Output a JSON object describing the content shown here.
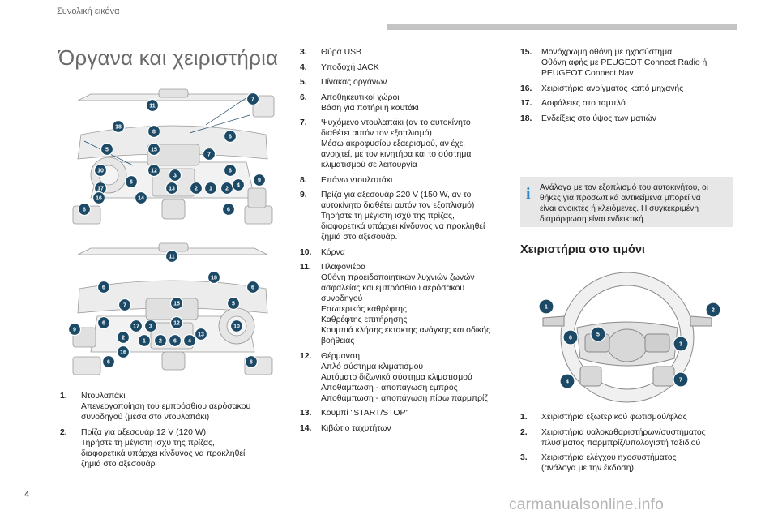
{
  "header": {
    "section_label": "Συνολική εικόνα"
  },
  "page_title": "Όργανα και χειριστήρια",
  "diagram_top": {
    "callouts": [
      "11",
      "7",
      "18",
      "8",
      "6",
      "5",
      "15",
      "7",
      "6",
      "10",
      "12",
      "3",
      "6",
      "9",
      "17",
      "13",
      "2",
      "1",
      "2",
      "4",
      "16",
      "14",
      "6",
      "6"
    ]
  },
  "diagram_bottom": {
    "callouts": [
      "11",
      "18",
      "6",
      "6",
      "5",
      "7",
      "15",
      "9",
      "6",
      "12",
      "10",
      "2",
      "17",
      "3",
      "13",
      "1",
      "2",
      "6",
      "4",
      "16",
      "6",
      "6"
    ]
  },
  "list_left": [
    {
      "num": "1.",
      "lines": [
        "Ντουλαπάκι",
        "Απενεργοποίηση του εμπρόσθιου αερόσακου",
        "συνοδηγού (μέσα στο ντουλαπάκι)"
      ]
    },
    {
      "num": "2.",
      "lines": [
        "Πρίζα για αξεσουάρ 12 V (120 W)",
        "Τηρήστε τη μέγιστη ισχύ της πρίζας,",
        "διαφορετικά υπάρχει κίνδυνος να προκληθεί",
        "ζημιά στο αξεσουάρ"
      ]
    }
  ],
  "list_mid": [
    {
      "num": "3.",
      "lines": [
        "Θύρα USB"
      ]
    },
    {
      "num": "4.",
      "lines": [
        "Υποδοχή JACK"
      ]
    },
    {
      "num": "5.",
      "lines": [
        "Πίνακας οργάνων"
      ]
    },
    {
      "num": "6.",
      "lines": [
        "Αποθηκευτικοί χώροι",
        "Βάση για ποτήρι ή κουτάκι"
      ]
    },
    {
      "num": "7.",
      "lines": [
        "Ψυχόμενο ντουλαπάκι (αν το αυτοκίνητο",
        "διαθέτει αυτόν τον εξοπλισμό)",
        "Μέσω ακροφυσίου εξαερισμού, αν έχει",
        "ανοιχτεί, με τον κινητήρα και το σύστημα",
        "κλιματισμού σε λειτουργία"
      ]
    },
    {
      "num": "8.",
      "lines": [
        "Επάνω ντουλαπάκι"
      ]
    },
    {
      "num": "9.",
      "lines": [
        "Πρίζα για αξεσουάρ 220 V (150 W, αν το",
        "αυτοκίνητο διαθέτει αυτόν τον εξοπλισμό)",
        "Τηρήστε τη μέγιστη ισχύ της πρίζας,",
        "διαφορετικά υπάρχει κίνδυνος να προκληθεί",
        "ζημιά στο αξεσουάρ."
      ]
    },
    {
      "num": "10.",
      "lines": [
        "Κόρνα"
      ]
    },
    {
      "num": "11.",
      "lines": [
        "Πλαφονιέρα",
        "Οθόνη προειδοποιητικών λυχνιών ζωνών",
        "ασφαλείας και εμπρόσθιου αερόσακου",
        "συνοδηγού",
        "Εσωτερικός καθρέφτης",
        "Καθρέφτης επιτήρησης",
        "Κουμπιά κλήσης έκτακτης ανάγκης και οδικής",
        "βοήθειας"
      ]
    },
    {
      "num": "12.",
      "lines": [
        "Θέρμανση",
        "Απλό σύστημα κλιματισμού",
        "Αυτόματο διζωνικό σύστημα κλιματισμού",
        "Αποθάμπωση - αποπάγωση εμπρός",
        "Αποθάμπωση - αποπάγωση πίσω παρμπρίζ"
      ]
    },
    {
      "num": "13.",
      "lines": [
        "Κουμπί \"START/STOP\""
      ]
    },
    {
      "num": "14.",
      "lines": [
        "Κιβώτιο ταχυτήτων"
      ]
    }
  ],
  "list_right": [
    {
      "num": "15.",
      "lines": [
        "Μονόχρωμη οθόνη με ηχοσύστημα",
        "Οθόνη αφής με PEUGEOT Connect Radio ή",
        "PEUGEOT Connect Nav"
      ]
    },
    {
      "num": "16.",
      "lines": [
        "Χειριστήριο ανοίγματος καπό μηχανής"
      ]
    },
    {
      "num": "17.",
      "lines": [
        "Ασφάλειες στο ταμπλό"
      ]
    },
    {
      "num": "18.",
      "lines": [
        "Ενδείξεις στο ύψος των ματιών"
      ]
    }
  ],
  "note": {
    "icon": "info-icon",
    "lines": [
      "Ανάλογα με τον εξοπλισμό του αυτοκινήτου, οι",
      "θήκες για προσωπικά αντικείμενα μπορεί να",
      "είναι ανοικτές ή κλειόμενες. Η συγκεκριμένη",
      "διαμόρφωση είναι ενδεικτική."
    ]
  },
  "wheel_section": {
    "heading": "Χειριστήρια στο τιμόνι",
    "callouts": [
      "1",
      "2",
      "6",
      "5",
      "3",
      "4",
      "7"
    ],
    "items": [
      {
        "num": "1.",
        "lines": [
          "Χειριστήρια εξωτερικού φωτισμού/φλας"
        ]
      },
      {
        "num": "2.",
        "lines": [
          "Χειριστήρια υαλοκαθαριστήρων/συστήματος",
          "πλυσίματος παρμπρίζ/υπολογιστή ταξιδιού"
        ]
      },
      {
        "num": "3.",
        "lines": [
          "Χειριστήρια ελέγχου ηχοσυστήματος",
          "(ανάλογα με την έκδοση)"
        ]
      }
    ]
  },
  "footer": {
    "page_number": "4",
    "watermark": "carmanualsonline.info"
  },
  "colors": {
    "callout": "#1c4a66",
    "info_accent": "#2a86c8",
    "note_bg": "#e7e7e7",
    "title_gray": "#6a6a6a"
  }
}
